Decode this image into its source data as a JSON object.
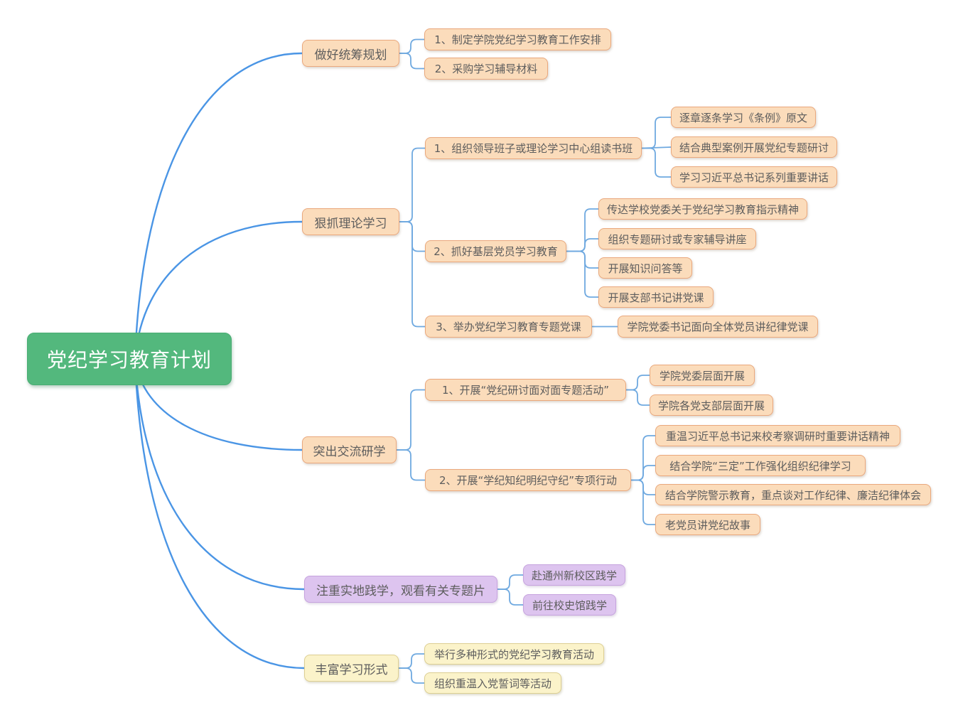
{
  "root": {
    "label": "党纪学习教育计划"
  },
  "branches": [
    {
      "label": "做好统筹规划",
      "children": [
        {
          "label": "1、制定学院党纪学习教育工作安排"
        },
        {
          "label": "2、采购学习辅导材料"
        }
      ]
    },
    {
      "label": "狠抓理论学习",
      "children": [
        {
          "label": "1、组织领导班子或理论学习中心组读书班",
          "children": [
            {
              "label": "逐章逐条学习《条例》原文"
            },
            {
              "label": "结合典型案例开展党纪专题研讨"
            },
            {
              "label": "学习习近平总书记系列重要讲话"
            }
          ]
        },
        {
          "label": "2、抓好基层党员学习教育",
          "children": [
            {
              "label": "传达学校党委关于党纪学习教育指示精神"
            },
            {
              "label": "组织专题研讨或专家辅导讲座"
            },
            {
              "label": "开展知识问答等"
            },
            {
              "label": "开展支部书记讲党课"
            }
          ]
        },
        {
          "label": "3、举办党纪学习教育专题党课",
          "children": [
            {
              "label": "学院党委书记面向全体党员讲纪律党课"
            }
          ]
        }
      ]
    },
    {
      "label": "突出交流研学",
      "children": [
        {
          "label": "1、开展“党纪研讨面对面专题活动”",
          "children": [
            {
              "label": "学院党委层面开展"
            },
            {
              "label": "学院各党支部层面开展"
            }
          ]
        },
        {
          "label": "2、开展“学纪知纪明纪守纪”专项行动",
          "children": [
            {
              "label": "重温习近平总书记来校考察调研时重要讲话精神"
            },
            {
              "label": "结合学院“三定”工作强化组织纪律学习"
            },
            {
              "label": "结合学院警示教育，重点谈对工作纪律、廉洁纪律体会"
            },
            {
              "label": "老党员讲党纪故事"
            }
          ]
        }
      ]
    },
    {
      "label": "注重实地践学，观看有关专题片",
      "children": [
        {
          "label": "赴通州新校区践学"
        },
        {
          "label": "前往校史馆践学"
        }
      ]
    },
    {
      "label": "丰富学习形式",
      "children": [
        {
          "label": "举行多种形式的党纪学习教育活动"
        },
        {
          "label": "组织重温入党誓词等活动"
        }
      ]
    }
  ],
  "colors": {
    "root_fill": "#53b87d",
    "topic_fill": "#fbdcbb",
    "topic_border": "#eaa87d",
    "practice_fill": "#ddc4ef",
    "practice_border": "#c6a3de",
    "form_fill": "#fbf3ca",
    "form_border": "#ddcf92",
    "root_link": "#4a95e5",
    "branch_link": "#6fa9e0",
    "text": "#5d5d5d"
  }
}
